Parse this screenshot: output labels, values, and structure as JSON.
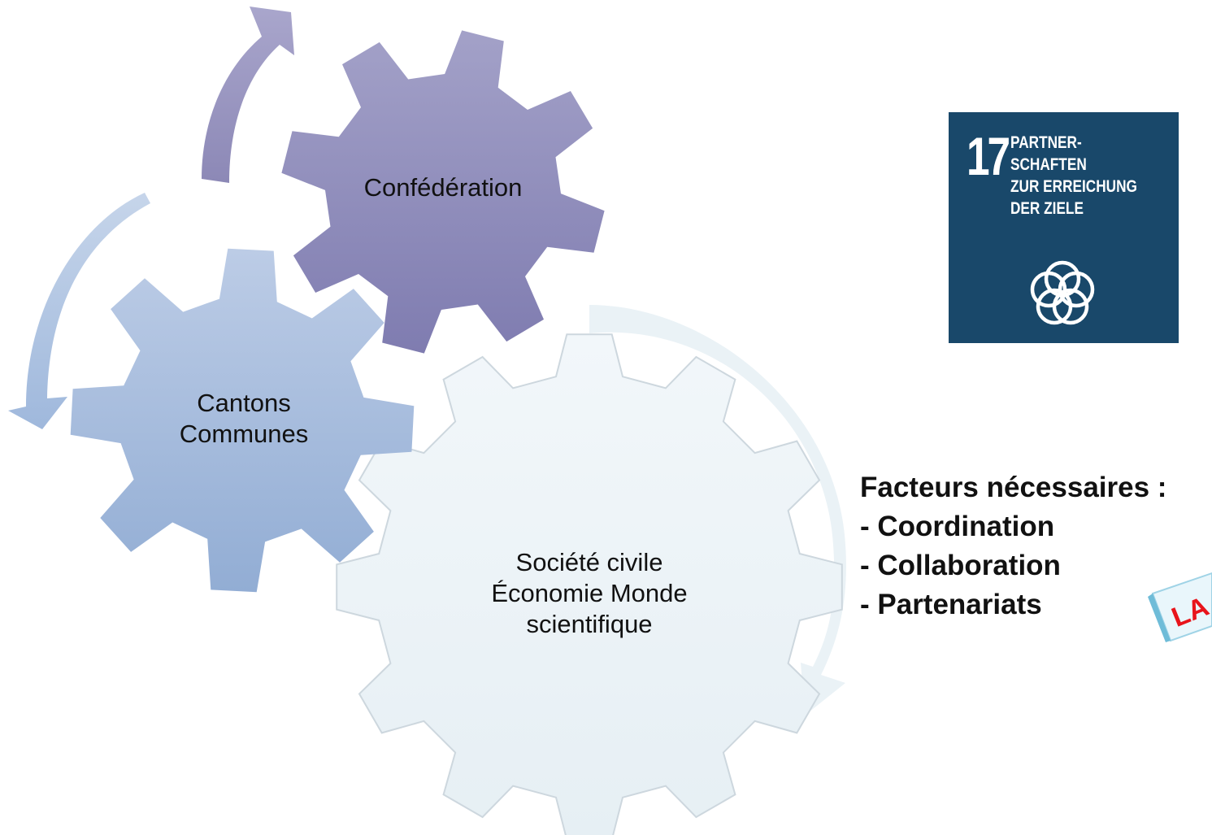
{
  "gears": [
    {
      "name": "confederation",
      "lines": [
        "Confédération"
      ]
    },
    {
      "name": "cantons-communes",
      "lines": [
        "Cantons",
        "Communes"
      ]
    },
    {
      "name": "societe-civile",
      "lines": [
        "Société civile",
        "Économie Monde",
        "scientifique"
      ]
    }
  ],
  "sdg": {
    "number": "17",
    "title_lines": [
      "PARTNER-",
      "SCHAFTEN",
      "ZUR ERREICHUNG",
      "DER ZIELE"
    ],
    "background": "#19486a",
    "icon": "five-rings-flower-icon"
  },
  "factors": {
    "heading": "Facteurs nécessaires :",
    "items": [
      "- Coordination",
      "- Collaboration",
      "- Partenariats"
    ]
  },
  "stamp_text": "LA",
  "colors": {
    "gear_confederation": "#8e8bb8",
    "gear_cantons": "#a8bcdc",
    "gear_societe": "#eef4f8",
    "arrow_top": "#8e8bb8",
    "arrow_left": "#b4c8e4",
    "arrow_right": "#eaf2f6"
  }
}
